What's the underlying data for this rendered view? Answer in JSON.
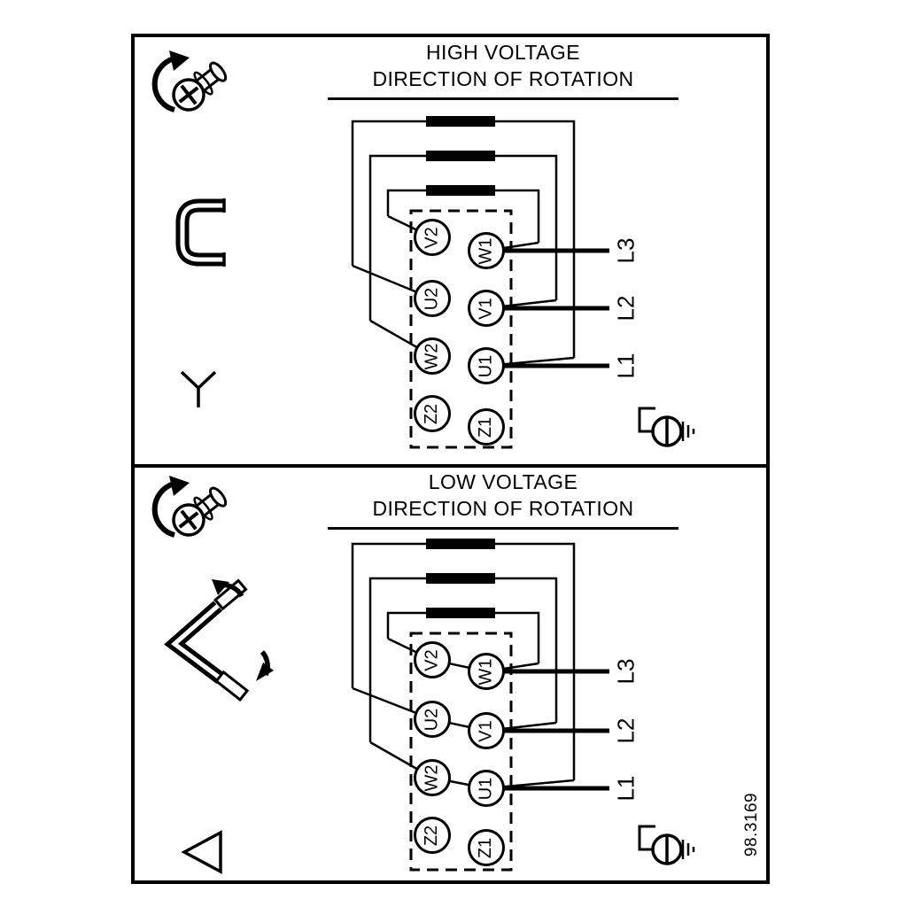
{
  "figure": {
    "number": "98.3169"
  },
  "high_voltage_panel": {
    "title": "HIGH VOLTAGE",
    "subtitle": "DIRECTION OF ROTATION",
    "connection_type": "star",
    "terminals": {
      "left": [
        "V2",
        "U2",
        "W2",
        "Z2"
      ],
      "right": [
        "W1",
        "V1",
        "U1",
        "Z1"
      ]
    },
    "supply_lines": [
      "L3",
      "L2",
      "L1"
    ],
    "icons": [
      "screw-rotation-icon",
      "cable-link-icon",
      "star-symbol",
      "earth-terminal-icon"
    ]
  },
  "low_voltage_panel": {
    "title": "LOW VOLTAGE",
    "subtitle": "DIRECTION OF ROTATION",
    "connection_type": "delta",
    "terminals": {
      "left": [
        "V2",
        "U2",
        "W2",
        "Z2"
      ],
      "right": [
        "W1",
        "V1",
        "U1",
        "Z1"
      ]
    },
    "supply_lines": [
      "L3",
      "L2",
      "L1"
    ],
    "icons": [
      "screw-rotation-icon",
      "delta-links-icon",
      "delta-symbol",
      "earth-terminal-icon"
    ]
  },
  "colors": {
    "ink": "#000000",
    "paper": "#ffffff"
  }
}
